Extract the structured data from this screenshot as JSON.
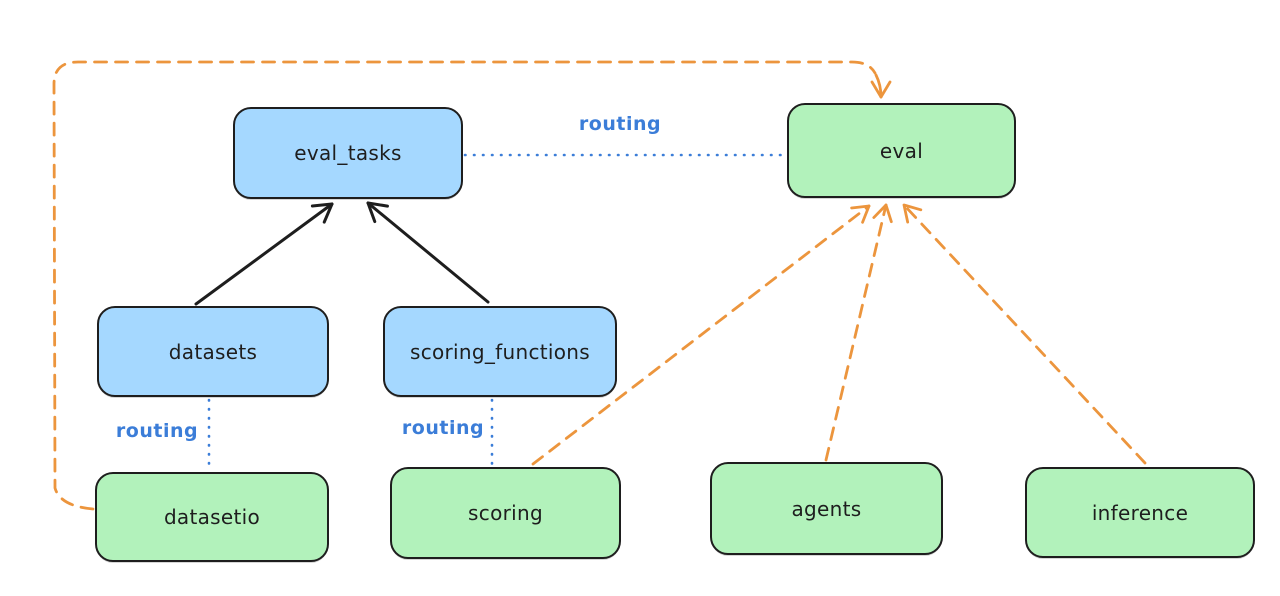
{
  "diagram": {
    "nodes": [
      {
        "id": "eval_tasks",
        "label": "eval_tasks",
        "color": "blue"
      },
      {
        "id": "eval",
        "label": "eval",
        "color": "green"
      },
      {
        "id": "datasets",
        "label": "datasets",
        "color": "blue"
      },
      {
        "id": "scoring_functions",
        "label": "scoring_functions",
        "color": "blue"
      },
      {
        "id": "datasetio",
        "label": "datasetio",
        "color": "green"
      },
      {
        "id": "scoring",
        "label": "scoring",
        "color": "green"
      },
      {
        "id": "agents",
        "label": "agents",
        "color": "green"
      },
      {
        "id": "inference",
        "label": "inference",
        "color": "green"
      }
    ],
    "edges": [
      {
        "from": "datasets",
        "to": "eval_tasks",
        "style": "solid-arrow",
        "label": ""
      },
      {
        "from": "scoring_functions",
        "to": "eval_tasks",
        "style": "solid-arrow",
        "label": ""
      },
      {
        "from": "eval_tasks",
        "to": "eval",
        "style": "dotted-line",
        "label": "routing"
      },
      {
        "from": "datasets",
        "to": "datasetio",
        "style": "dotted-line",
        "label": "routing"
      },
      {
        "from": "scoring_functions",
        "to": "scoring",
        "style": "dotted-line",
        "label": "routing"
      },
      {
        "from": "datasetio",
        "to": "eval",
        "style": "dashed-arrow",
        "label": ""
      },
      {
        "from": "scoring",
        "to": "eval",
        "style": "dashed-arrow",
        "label": ""
      },
      {
        "from": "agents",
        "to": "eval",
        "style": "dashed-arrow",
        "label": ""
      },
      {
        "from": "inference",
        "to": "eval",
        "style": "dashed-arrow",
        "label": ""
      }
    ]
  },
  "colors": {
    "background": "#ffffff",
    "node_blue_fill": "#a5d8ff",
    "node_green_fill": "#b2f2bb",
    "node_border": "#1e1e1e",
    "solid_arrow": "#1e1e1e",
    "dashed_arrow_orange": "#ec953d",
    "routing_blue": "#3b7dd8"
  }
}
